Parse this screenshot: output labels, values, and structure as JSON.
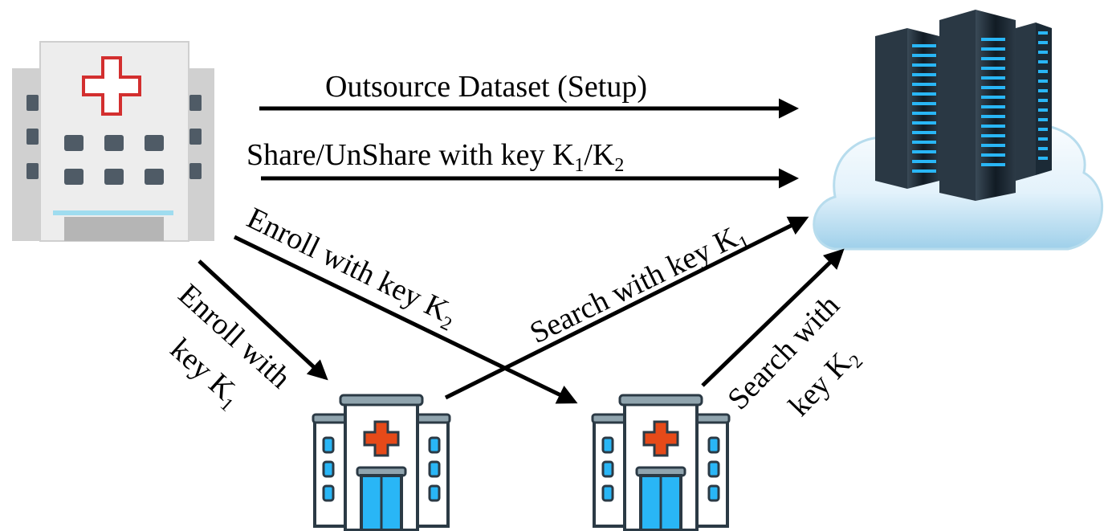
{
  "diagram": {
    "edges": {
      "outsource": {
        "text": "Outsource Dataset (Setup)"
      },
      "share": {
        "prefix": "Share/UnShare with key K",
        "sub1": "1",
        "mid": "/K",
        "sub2": "2"
      },
      "enroll_k2": {
        "prefix": "Enroll with key K",
        "sub": "2"
      },
      "search_k1": {
        "prefix": "Search with key K",
        "sub": "1"
      },
      "enroll_k1": {
        "line1": "Enroll with",
        "line2_prefix": "key K",
        "sub": "1"
      },
      "search_k2": {
        "line1": "Search with",
        "line2_prefix": "key K",
        "sub": "2"
      }
    },
    "nodes": {
      "data_owner": {
        "icon": "hospital-building-icon",
        "accent": "#d32f2f",
        "body": "#e6e6e6"
      },
      "user_hospital_1": {
        "icon": "hospital-icon",
        "accent": "#e64a19",
        "glass": "#29b6f6"
      },
      "user_hospital_2": {
        "icon": "hospital-icon",
        "accent": "#e64a19",
        "glass": "#29b6f6"
      },
      "cloud_server": {
        "icon": "cloud-server-icon",
        "cloud": "#d6ecf7",
        "rack": "#1b2a36",
        "led": "#29b6f6"
      }
    }
  }
}
